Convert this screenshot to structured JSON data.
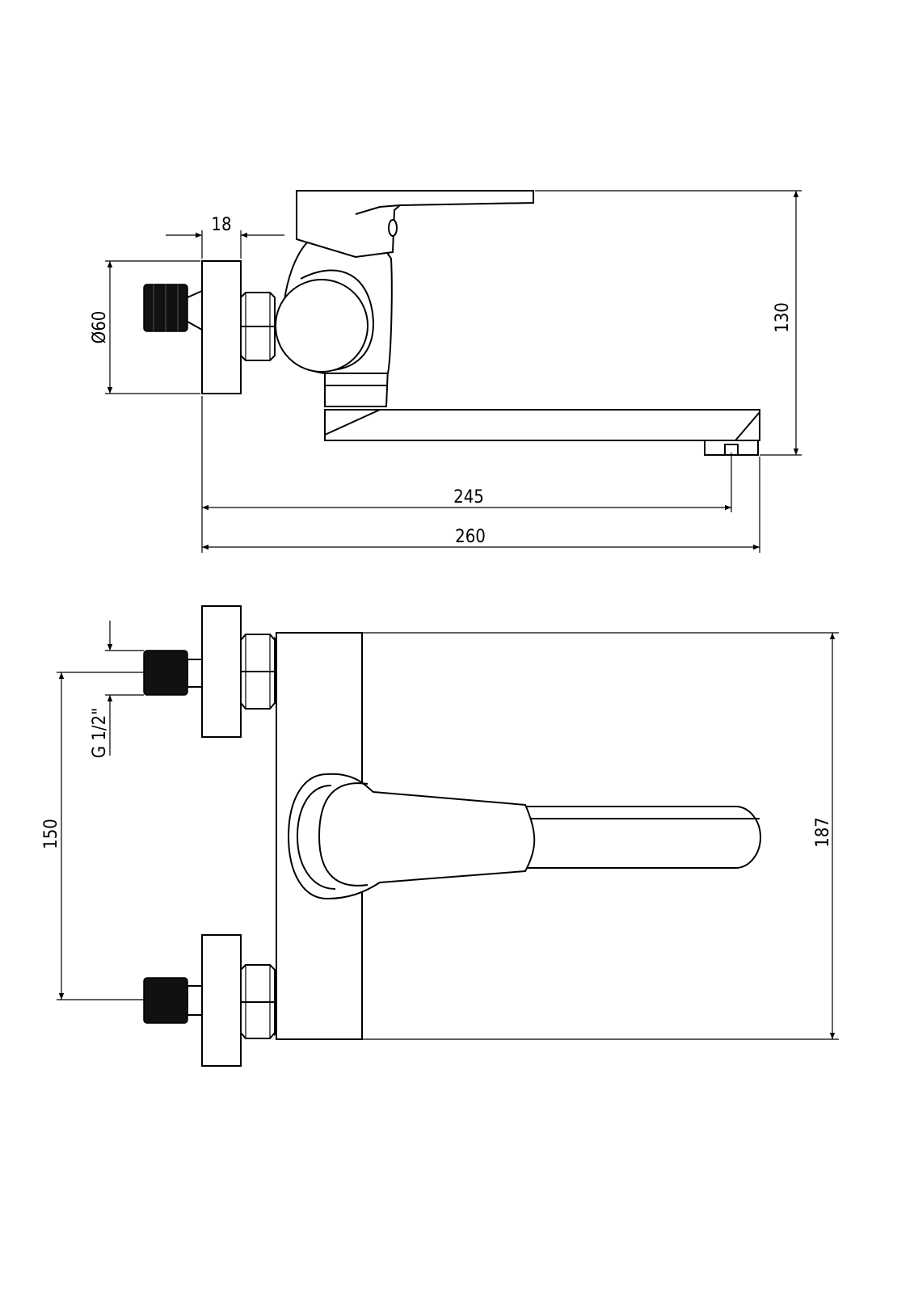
{
  "drawing": {
    "side_view": {
      "dim_flange_thickness": "18",
      "dim_flange_diameter": "Ø60",
      "dim_height": "130",
      "dim_spout_reach_outlet": "245",
      "dim_spout_reach_total": "260"
    },
    "top_view": {
      "dim_thread": "G 1/2\"",
      "dim_inlet_spacing": "150",
      "dim_body_length": "187"
    },
    "colors": {
      "line": "#000000",
      "background": "#ffffff"
    }
  }
}
